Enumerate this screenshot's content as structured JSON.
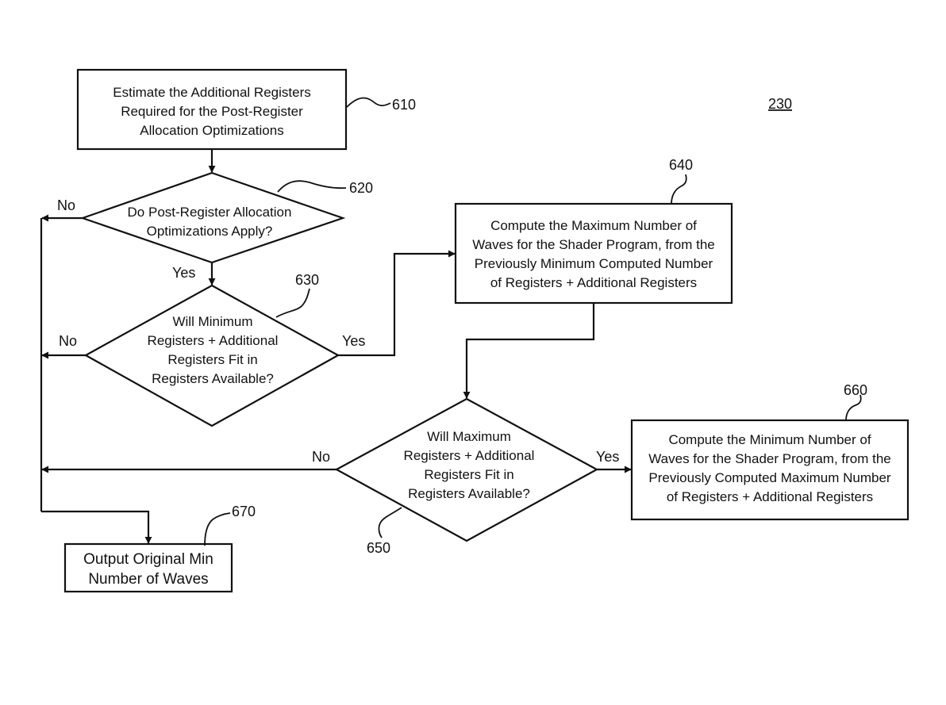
{
  "figure_ref": "230",
  "nodes": {
    "n610": {
      "ref": "610",
      "lines": [
        "Estimate the Additional Registers",
        "Required for the Post-Register",
        "Allocation Optimizations"
      ]
    },
    "n620": {
      "ref": "620",
      "lines": [
        "Do Post-Register Allocation",
        "Optimizations Apply?"
      ]
    },
    "n630": {
      "ref": "630",
      "lines": [
        "Will Minimum",
        "Registers + Additional",
        "Registers Fit in",
        "Registers Available?"
      ]
    },
    "n640": {
      "ref": "640",
      "lines": [
        "Compute the Maximum Number of",
        "Waves for the Shader Program, from the",
        "Previously Minimum Computed Number",
        "of Registers + Additional Registers"
      ]
    },
    "n650": {
      "ref": "650",
      "lines": [
        "Will Maximum",
        "Registers + Additional",
        "Registers Fit in",
        "Registers Available?"
      ]
    },
    "n660": {
      "ref": "660",
      "lines": [
        "Compute the Minimum Number of",
        "Waves for the Shader Program, from the",
        "Previously Computed Maximum Number",
        "of Registers + Additional Registers"
      ]
    },
    "n670": {
      "ref": "670",
      "lines": [
        "Output Original Min",
        "Number of Waves"
      ]
    }
  },
  "edge_labels": {
    "e620_no": "No",
    "e620_yes": "Yes",
    "e630_no": "No",
    "e630_yes": "Yes",
    "e650_no": "No",
    "e650_yes": "Yes"
  }
}
